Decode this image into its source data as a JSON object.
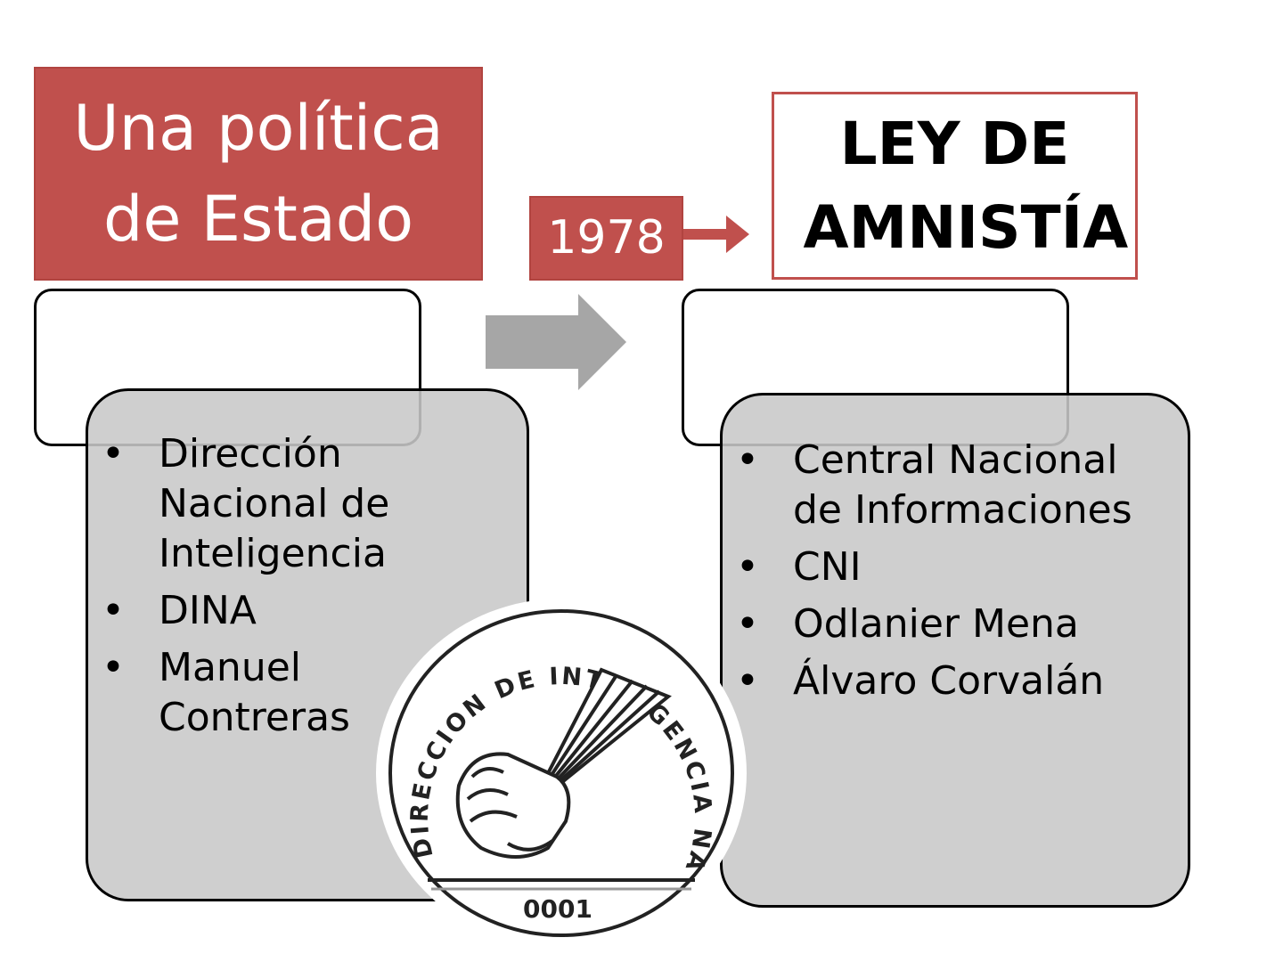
{
  "title": "Una política de Estado",
  "year": "1978",
  "law": "LEY DE AMNISTÍA",
  "left_list": [
    "Dirección Nacional de Inteligencia",
    "DINA",
    "Manuel Contreras"
  ],
  "right_list": [
    "Central Nacional de Informaciones",
    "CNI",
    "Odlanier Mena",
    "Álvaro Corvalán"
  ],
  "seal": {
    "ring_text": "DIRECCION DE INTELIGENCIA NACIONAL",
    "number": "0001"
  },
  "colors": {
    "accent": "#c0504d",
    "box_fill": "#cfcfcf",
    "arrow_grey": "#a6a6a6"
  },
  "icons": {
    "flow_arrow": "right-arrow-icon",
    "year_arrow": "right-arrow-icon"
  }
}
